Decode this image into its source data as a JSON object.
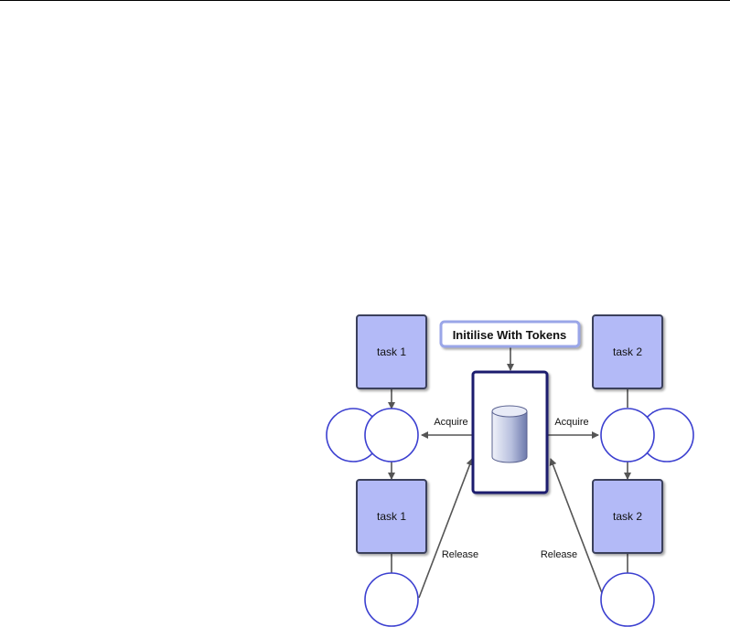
{
  "diagram": {
    "init_label": "Initilise With Tokens",
    "tasks": [
      {
        "label": "task 1"
      },
      {
        "label": "task 2"
      },
      {
        "label": "task 1"
      },
      {
        "label": "task 2"
      }
    ],
    "edges": {
      "acquire_left": "Acquire",
      "acquire_right": "Acquire",
      "release_left": "Release",
      "release_right": "Release"
    }
  },
  "colors": {
    "task_fill": "#b3baf7",
    "task_border": "#3a3f5c",
    "circle_stroke": "#3b3fd0",
    "arrow": "#555555",
    "init_border": "#9aa6e8",
    "store_border": "#1a1e6e"
  }
}
